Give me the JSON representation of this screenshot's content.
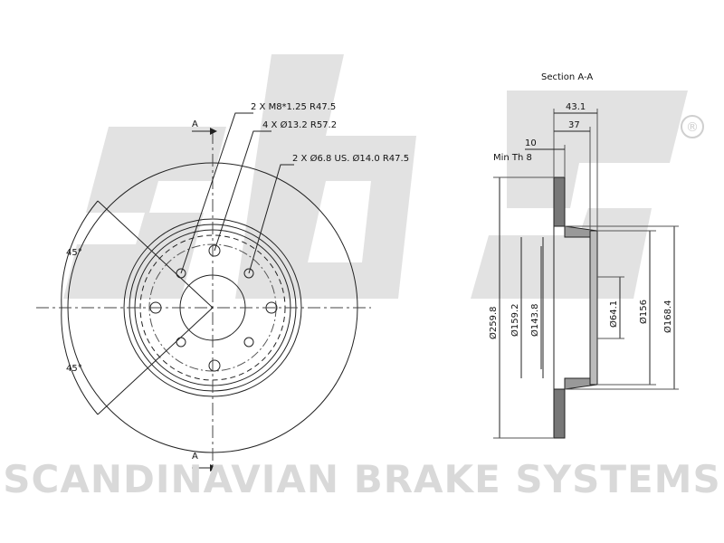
{
  "watermark": {
    "logo_text": "sbs",
    "registered_mark": "®",
    "company_name": "SCANDINAVIAN BRAKE SYSTEMS",
    "color": "#d6d6d6"
  },
  "front_view": {
    "section_marker": "A",
    "angle_upper": "45°",
    "angle_lower": "45°",
    "callouts": [
      "2 X M8*1.25 R47.5",
      "4 X Ø13.2 R57.2",
      "2 X Ø6.8 US. Ø14.0 R47.5"
    ]
  },
  "section_view": {
    "title": "Section A-A",
    "min_thickness": "Min Th 8",
    "width_dims": [
      "43.1",
      "37",
      "10"
    ],
    "diameters": [
      "Ø259.8",
      "Ø159.2",
      "Ø143.8",
      "Ø64.1",
      "Ø156",
      "Ø168.4"
    ]
  }
}
